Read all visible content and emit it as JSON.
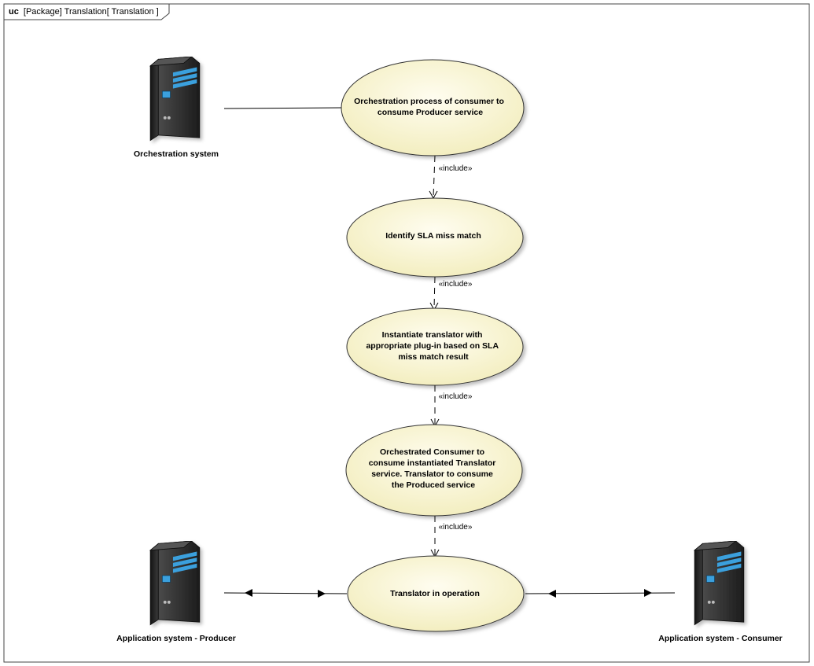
{
  "frame": {
    "keyword": "uc",
    "title": "[Package] Translation[ Translation ]"
  },
  "actors": {
    "orchestration": {
      "label": "Orchestration system",
      "icon": "server-icon"
    },
    "producer": {
      "label": "Application system - Producer",
      "icon": "server-icon"
    },
    "consumer": {
      "label": "Application system - Consumer",
      "icon": "server-icon"
    }
  },
  "use_cases": {
    "orchestration_process": {
      "lines": [
        "Orchestration process of consumer to",
        "consume Producer service"
      ]
    },
    "identify_sla": {
      "lines": [
        "Identify SLA miss match"
      ]
    },
    "instantiate_translator": {
      "lines": [
        "Instantiate translator with",
        "appropriate plug-in based on SLA",
        "miss match result"
      ]
    },
    "orchestrated_consumer": {
      "lines": [
        "Orchestrated Consumer to",
        "consume instantiated Translator",
        "service. Translator to consume",
        "the Produced service"
      ]
    },
    "translator_operation": {
      "lines": [
        "Translator in operation"
      ]
    }
  },
  "relations": {
    "include_1": "«include»",
    "include_2": "«include»",
    "include_3": "«include»",
    "include_4": "«include»"
  },
  "colors": {
    "usecase_fill": "#f8f4cf",
    "usecase_stroke": "#333333",
    "server_dark": "#2b2b2b",
    "server_accent": "#3aa0dd"
  }
}
